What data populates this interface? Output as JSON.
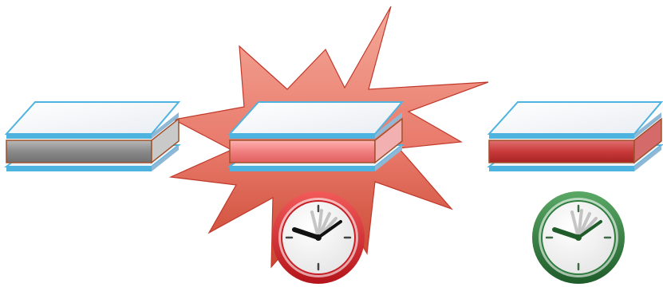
{
  "diagram": {
    "stacks": [
      {
        "id": "stack-left",
        "middle_layer_color": "#8f8f8f",
        "top_layer_color": "#f4f6f8",
        "edge_color": "#4fb3e0"
      },
      {
        "id": "stack-center",
        "middle_layer_color": "#f07f7f",
        "top_layer_color": "#f4f6f8",
        "edge_color": "#4fb3e0"
      },
      {
        "id": "stack-right",
        "middle_layer_color": "#c93a3a",
        "top_layer_color": "#f4f6f8",
        "edge_color": "#4fb3e0"
      }
    ],
    "burst": {
      "color": "#e8796a",
      "edge_color": "#c0392b"
    },
    "clocks": [
      {
        "id": "clock-red",
        "ring_color": "#d3242a",
        "hand_color": "#111111",
        "icon": "clock-icon"
      },
      {
        "id": "clock-green",
        "ring_color": "#2e7d3e",
        "hand_color": "#1f5c2a",
        "icon": "clock-icon"
      }
    ]
  }
}
